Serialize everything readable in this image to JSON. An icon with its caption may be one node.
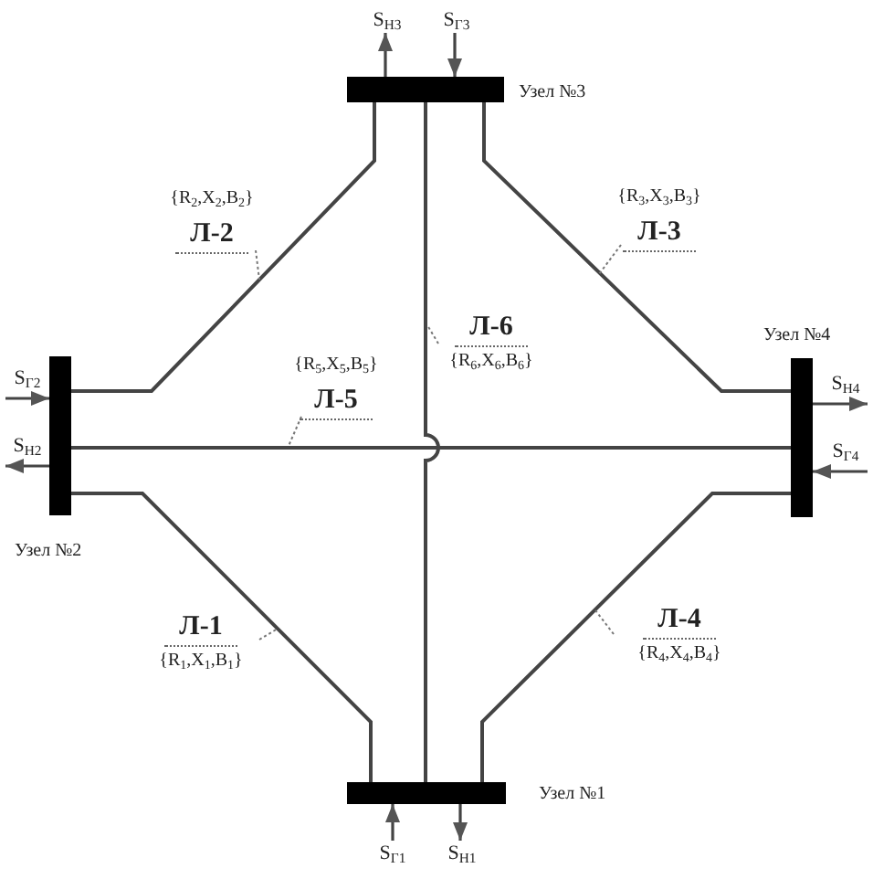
{
  "diagram": {
    "nodes": [
      {
        "text": [
          "S$_{Н3}$"
        ]
      },
      {
        "text": [
          "S$_{Г3}$"
        ]
      },
      {
        "text": [],
        "shape": "bar",
        "beside": [
          "Узел №3"
        ]
      },
      {
        "text": [
          "{R$_{2}$,X$_{2}$,B$_{2}$}",
          "Л-2"
        ]
      },
      {
        "text": [
          "{R$_{3}$,X$_{3}$,B$_{3}$}",
          "Л-3"
        ]
      },
      {
        "text": [
          "Л-6",
          "{R$_{6}$,X$_{6}$,B$_{6}$}"
        ]
      },
      {
        "text": [],
        "shape": "bar",
        "beside": [
          "Узел №4"
        ]
      },
      {
        "text": [
          "S$_{Г2}$"
        ]
      },
      {
        "text": [
          "{R$_{5}$,X$_{5}$,B$_{5}$}",
          "Л-5"
        ]
      },
      {
        "text": [
          "S$_{Н4}$"
        ]
      },
      {
        "text": [],
        "shape": "bar",
        "beside": [
          "Узел №2"
        ]
      },
      {
        "text": [
          "S$_{Н2}$"
        ]
      },
      {
        "text": [
          "S$_{Г4}$"
        ]
      },
      {
        "text": [
          "Л-1",
          "{R$_{1}$,X$_{1}$,B$_{1}$}"
        ]
      },
      {
        "text": [
          "Л-4",
          "{R$_{4}$,X$_{4}$,B$_{4}$}"
        ]
      },
      {
        "text": [],
        "shape": "bar",
        "beside": [
          "Узел №1"
        ]
      },
      {
        "text": [
          "S$_{Г1}$"
        ]
      },
      {
        "text": [
          "S$_{Н1}$"
        ]
      }
    ],
    "edges": [
      {
        "from": 2,
        "to": 0,
        "arrow": "to"
      },
      {
        "from": 1,
        "to": 2,
        "arrow": "to"
      },
      {
        "from": 7,
        "to": 10,
        "arrow": "to"
      },
      {
        "from": 10,
        "to": 11,
        "arrow": "to"
      },
      {
        "from": 6,
        "to": 9,
        "arrow": "to"
      },
      {
        "from": 12,
        "to": 6,
        "arrow": "to"
      },
      {
        "from": 16,
        "to": 15,
        "arrow": "to"
      },
      {
        "from": 15,
        "to": 17,
        "arrow": "to"
      },
      {
        "from": 2,
        "to": 10,
        "arrow": "none"
      },
      {
        "from": 2,
        "to": 6,
        "arrow": "none"
      },
      {
        "from": 10,
        "to": 6,
        "arrow": "none"
      },
      {
        "from": 2,
        "to": 15,
        "arrow": "none"
      },
      {
        "from": 10,
        "to": 15,
        "arrow": "none"
      },
      {
        "from": 6,
        "to": 15,
        "arrow": "none"
      },
      {
        "from": 3,
        "to": null,
        "arrow": "none",
        "style": "dashed"
      },
      {
        "from": 4,
        "to": null,
        "arrow": "none",
        "style": "dashed"
      },
      {
        "from": 8,
        "to": null,
        "arrow": "none",
        "style": "dashed"
      },
      {
        "from": 5,
        "to": null,
        "arrow": "none",
        "style": "dashed"
      },
      {
        "from": 13,
        "to": null,
        "arrow": "none",
        "style": "dashed"
      },
      {
        "from": 14,
        "to": null,
        "arrow": "none",
        "style": "dashed"
      }
    ]
  }
}
